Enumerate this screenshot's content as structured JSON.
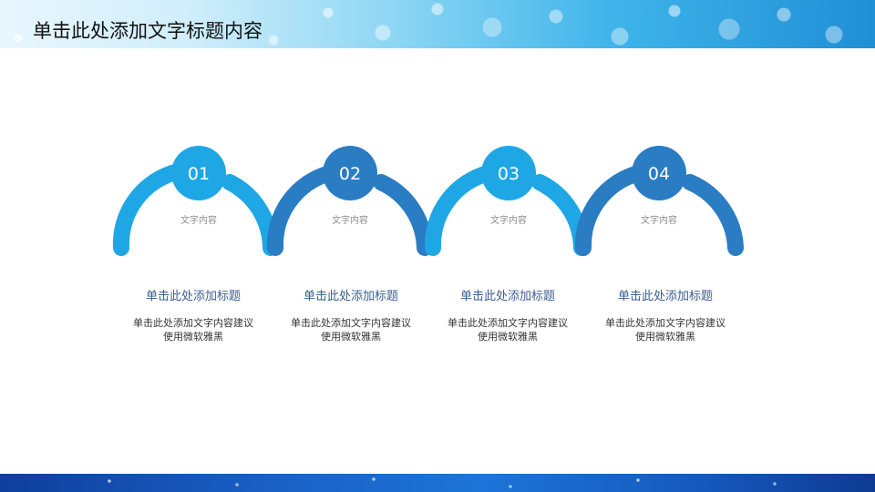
{
  "slide": {
    "title": "单击此处添加文字标题内容"
  },
  "colors": {
    "light_blue": "#1ea7e4",
    "dark_blue": "#2a7cc3",
    "title_blue": "#3a5f8f"
  },
  "steps": [
    {
      "number": "01",
      "label": "文字内容",
      "title": "单击此处添加标题",
      "desc_line1": "单击此处添加文字内容建议",
      "desc_line2": "使用微软雅黑"
    },
    {
      "number": "02",
      "label": "文字内容",
      "title": "单击此处添加标题",
      "desc_line1": "单击此处添加文字内容建议",
      "desc_line2": "使用微软雅黑"
    },
    {
      "number": "03",
      "label": "文字内容",
      "title": "单击此处添加标题",
      "desc_line1": "单击此处添加文字内容建议",
      "desc_line2": "使用微软雅黑"
    },
    {
      "number": "04",
      "label": "文字内容",
      "title": "单击此处添加标题",
      "desc_line1": "单击此处添加文字内容建议",
      "desc_line2": "使用微软雅黑"
    }
  ]
}
